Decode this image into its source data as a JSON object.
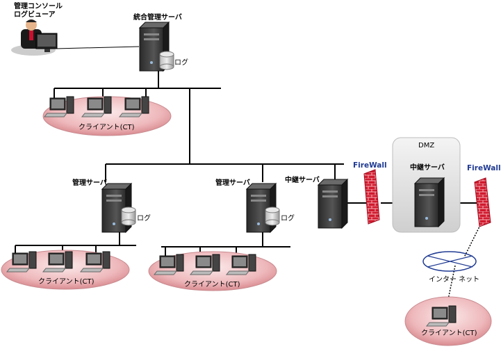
{
  "console": {
    "line1": "管理コンソール",
    "line2": "ログビューア"
  },
  "integrated_server": {
    "label": "統合管理サーバ",
    "log": "ログ"
  },
  "mgmt_server_left": {
    "label": "管理サーバ",
    "log": "ログ"
  },
  "mgmt_server_mid": {
    "label": "管理サーバ",
    "log": "ログ"
  },
  "relay_server": {
    "label": "中継サーバ"
  },
  "dmz": {
    "title": "DMZ",
    "server_label": "中継サーバ"
  },
  "firewall_left": {
    "label": "FireWall"
  },
  "firewall_right": {
    "label": "FireWall"
  },
  "internet": {
    "label": "インター ネット"
  },
  "client_groups": {
    "top": "クライアント(CT)",
    "left": "クライアント(CT)",
    "mid": "クライアント(CT)",
    "internet": "クライアント(CT)"
  },
  "colors": {
    "network_line": "#000000",
    "firewall_brick": "#c8102e",
    "client_ellipse": "#e8a9ad",
    "dmz_box": "#d8d8d8",
    "internet_ring": "#1f3a93"
  }
}
